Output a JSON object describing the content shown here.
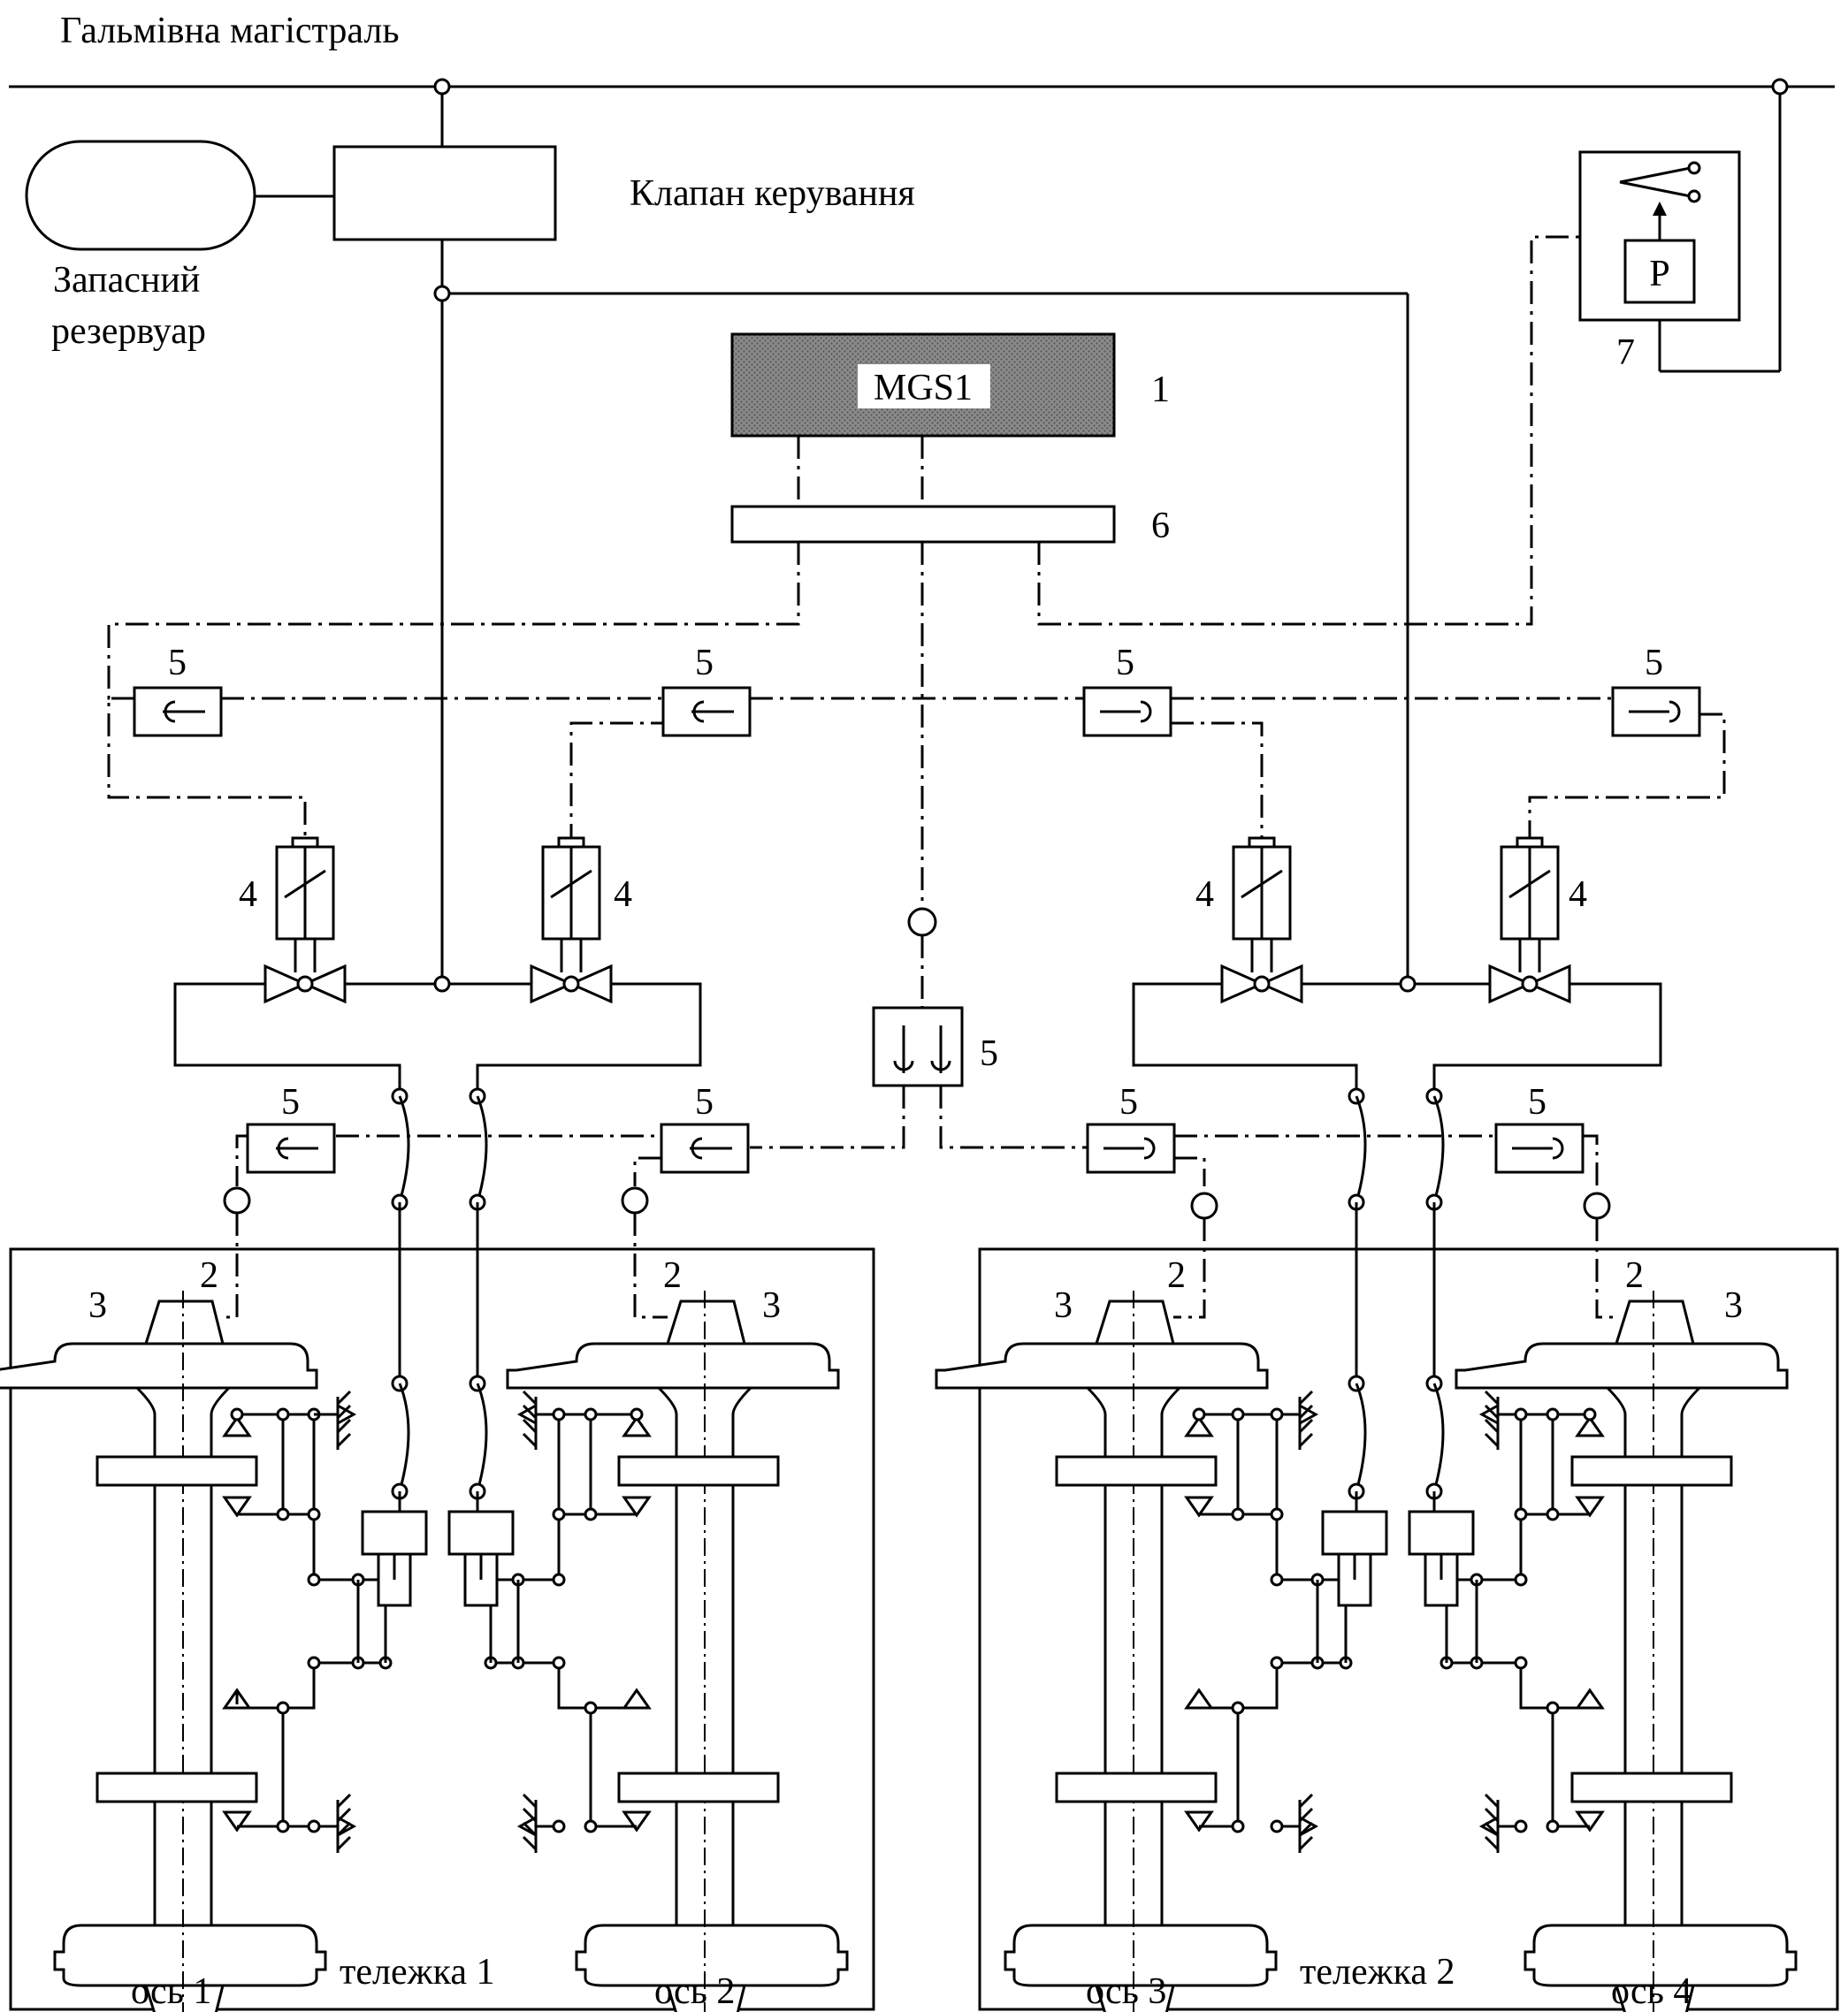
{
  "labels": {
    "brake_main": "Гальмівна магістраль",
    "control_valve": "Клапан керування",
    "reserve_line1": "Запасний",
    "reserve_line2": "резервуар",
    "controller": "MGS1",
    "pressure_switch": "P",
    "bogie1": "тележка 1",
    "bogie2": "тележка 2",
    "axle1": "ось 1",
    "axle2": "ось 2",
    "axle3": "ось 3",
    "axle4": "ось 4"
  },
  "numbers": {
    "n1": "1",
    "n2": "2",
    "n3": "3",
    "n4": "4",
    "n5": "5",
    "n6": "6",
    "n7": "7"
  },
  "colors": {
    "controller_fill": "#7a7a7a",
    "line": "#000000"
  }
}
